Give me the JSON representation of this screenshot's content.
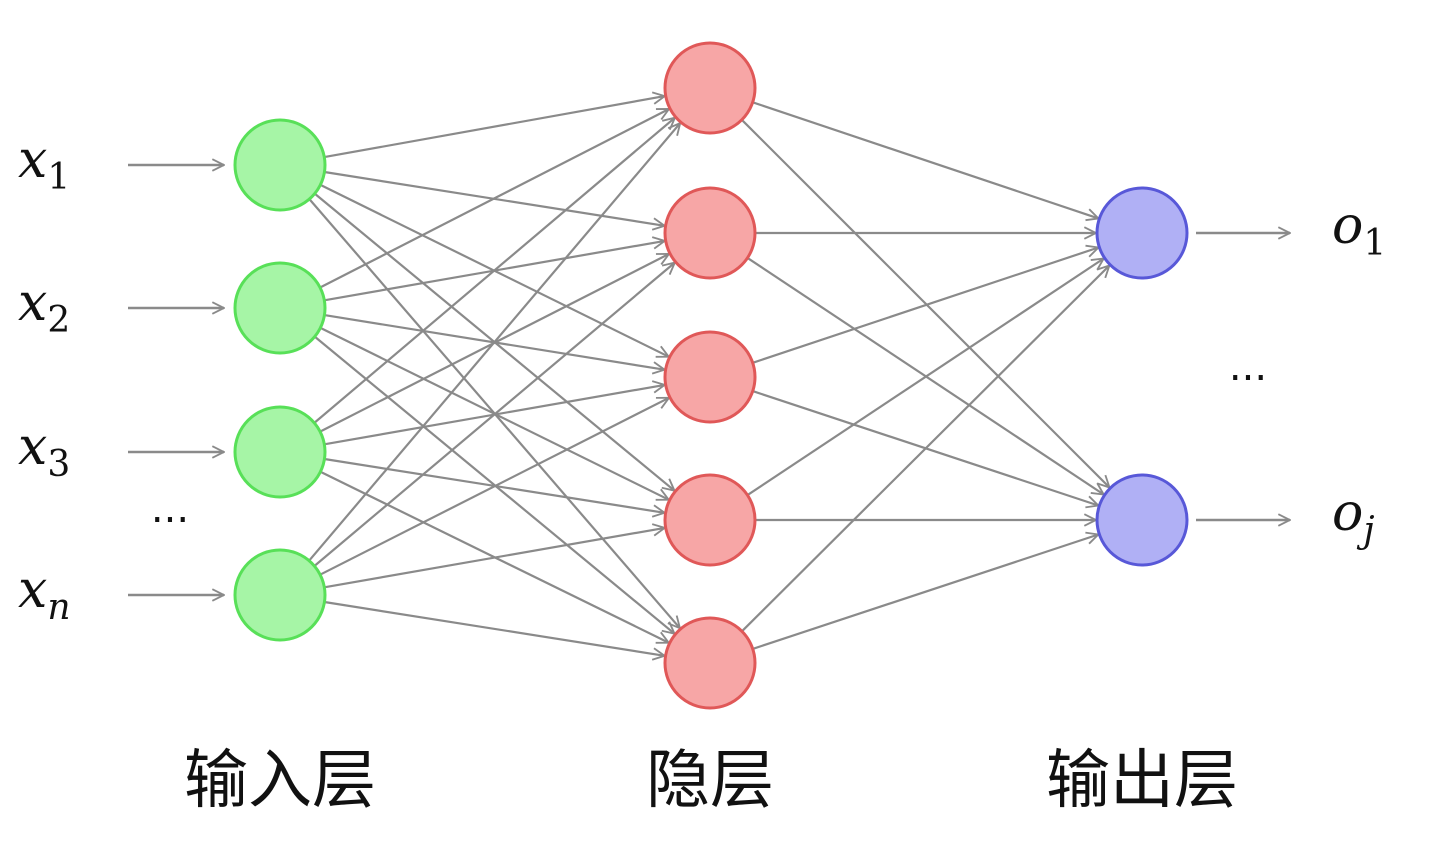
{
  "layers": {
    "input": {
      "label": "输入层",
      "fill": "#a6f5a6",
      "stroke": "#58e058",
      "nodes": [
        {
          "var": "x",
          "sub": "1",
          "sub_italic": false
        },
        {
          "var": "x",
          "sub": "2",
          "sub_italic": false
        },
        {
          "var": "x",
          "sub": "3",
          "sub_italic": false
        },
        {
          "var": "x",
          "sub": "n",
          "sub_italic": true
        }
      ],
      "ellipsis": "..."
    },
    "hidden": {
      "label": "隐层",
      "fill": "#f7a6a6",
      "stroke": "#e05858",
      "node_count": 5
    },
    "output": {
      "label": "输出层",
      "fill": "#b0b0f5",
      "stroke": "#5858d8",
      "nodes": [
        {
          "var": "o",
          "sub": "1",
          "sub_italic": false
        },
        {
          "var": "o",
          "sub": "j",
          "sub_italic": true
        }
      ],
      "ellipsis": "..."
    }
  },
  "edge_color": "#8a8a8a"
}
